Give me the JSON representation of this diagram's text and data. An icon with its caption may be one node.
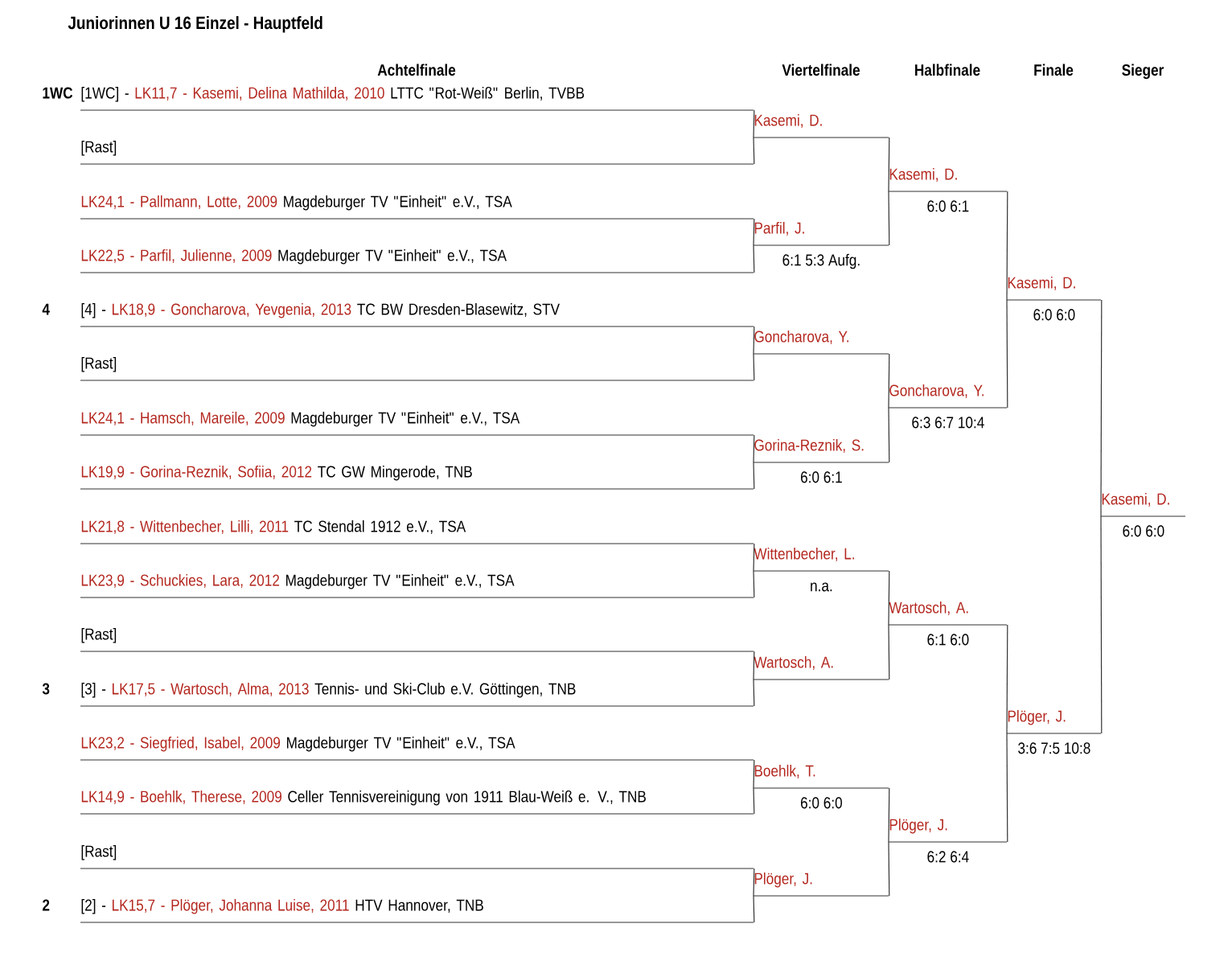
{
  "diagram": {
    "title": "Juniorinnen U 16 Einzel - Hauptfeld",
    "nodes": [
      {
        "text": [
          "[1WC] -",
          "LK11,7 - Kasemi, Delina Mathilda, 2010",
          "LTTC \"Rot-Weiß\" Berlin, TVBB"
        ],
        "beside": [
          "1WC"
        ]
      },
      {
        "text": [
          "[Rast]"
        ]
      },
      {
        "text": [
          "LK24,1 - Pallmann, Lotte, 2009",
          "Magdeburger TV \"Einheit\" e.V., TSA"
        ]
      },
      {
        "text": [
          "LK22,5 - Parfil, Julienne, 2009",
          "Magdeburger TV \"Einheit\" e.V., TSA"
        ]
      },
      {
        "text": [
          "[4] -",
          "LK18,9 - Goncharova, Yevgenia, 2013",
          "TC BW Dresden-Blasewitz, STV"
        ],
        "beside": [
          "4"
        ]
      },
      {
        "text": [
          "[Rast]"
        ]
      },
      {
        "text": [
          "LK24,1 - Hamsch, Mareile, 2009",
          "Magdeburger TV \"Einheit\" e.V., TSA"
        ]
      },
      {
        "text": [
          "LK19,9 - Gorina-Reznik, Sofiia, 2012",
          "TC GW Mingerode, TNB"
        ]
      },
      {
        "text": [
          "LK21,8 - Wittenbecher, Lilli, 2011",
          "TC Stendal 1912 e.V., TSA"
        ]
      },
      {
        "text": [
          "LK23,9 - Schuckies, Lara, 2012",
          "Magdeburger TV \"Einheit\" e.V., TSA"
        ]
      },
      {
        "text": [
          "[Rast]"
        ]
      },
      {
        "text": [
          "[3] -",
          "LK17,5 - Wartosch, Alma, 2013",
          "Tennis- und Ski-Club e.V. Göttingen, TNB"
        ],
        "beside": [
          "3"
        ]
      },
      {
        "text": [
          "LK23,2 - Siegfried, Isabel, 2009",
          "Magdeburger TV \"Einheit\" e.V., TSA"
        ]
      },
      {
        "text": [
          "LK14,9 - Boehlk, Therese, 2009",
          "Celler Tennisvereinigung von 1911 Blau-Weiß e. V., TNB"
        ]
      },
      {
        "text": [
          "[Rast]"
        ]
      },
      {
        "text": [
          "[2] -",
          "LK15,7 - Plöger, Johanna Luise, 2011",
          "HTV Hannover, TNB"
        ],
        "beside": [
          "2"
        ]
      },
      {
        "text": [
          "Kasemi, D."
        ]
      },
      {
        "text": [
          "Parfil, J."
        ],
        "beside": [
          "6:1 5:3 Aufg."
        ]
      },
      {
        "text": [
          "Goncharova, Y."
        ]
      },
      {
        "text": [
          "Gorina-Reznik, S."
        ],
        "beside": [
          "6:0 6:1"
        ]
      },
      {
        "text": [
          "Wittenbecher, L."
        ],
        "beside": [
          "n.a."
        ]
      },
      {
        "text": [
          "Wartosch, A."
        ]
      },
      {
        "text": [
          "Boehlk, T."
        ],
        "beside": [
          "6:0 6:0"
        ]
      },
      {
        "text": [
          "Plöger, J."
        ]
      },
      {
        "text": [
          "Kasemi, D."
        ],
        "beside": [
          "6:0 6:1"
        ]
      },
      {
        "text": [
          "Goncharova, Y."
        ],
        "beside": [
          "6:3 6:7 10:4"
        ]
      },
      {
        "text": [
          "Wartosch, A."
        ],
        "beside": [
          "6:1 6:0"
        ]
      },
      {
        "text": [
          "Plöger, J."
        ],
        "beside": [
          "6:2 6:4"
        ]
      },
      {
        "text": [
          "Kasemi, D."
        ],
        "beside": [
          "6:0 6:0"
        ]
      },
      {
        "text": [
          "Plöger, J."
        ],
        "beside": [
          "3:6 7:5 10:8"
        ]
      },
      {
        "text": [
          "Kasemi, D."
        ],
        "beside": [
          "6:0 6:0"
        ]
      }
    ],
    "edges": [
      {
        "from": 0,
        "to": 16,
        "arrow": "none"
      },
      {
        "from": 1,
        "to": 16,
        "arrow": "none"
      },
      {
        "from": 2,
        "to": 17,
        "arrow": "none"
      },
      {
        "from": 3,
        "to": 17,
        "arrow": "none"
      },
      {
        "from": 4,
        "to": 18,
        "arrow": "none"
      },
      {
        "from": 5,
        "to": 18,
        "arrow": "none"
      },
      {
        "from": 6,
        "to": 19,
        "arrow": "none"
      },
      {
        "from": 7,
        "to": 19,
        "arrow": "none"
      },
      {
        "from": 8,
        "to": 20,
        "arrow": "none"
      },
      {
        "from": 9,
        "to": 20,
        "arrow": "none"
      },
      {
        "from": 10,
        "to": 21,
        "arrow": "none"
      },
      {
        "from": 11,
        "to": 21,
        "arrow": "none"
      },
      {
        "from": 12,
        "to": 22,
        "arrow": "none"
      },
      {
        "from": 13,
        "to": 22,
        "arrow": "none"
      },
      {
        "from": 14,
        "to": 23,
        "arrow": "none"
      },
      {
        "from": 15,
        "to": 23,
        "arrow": "none"
      },
      {
        "from": 16,
        "to": 24,
        "arrow": "none"
      },
      {
        "from": 17,
        "to": 24,
        "arrow": "none"
      },
      {
        "from": 18,
        "to": 25,
        "arrow": "none"
      },
      {
        "from": 19,
        "to": 25,
        "arrow": "none"
      },
      {
        "from": 20,
        "to": 26,
        "arrow": "none"
      },
      {
        "from": 21,
        "to": 26,
        "arrow": "none"
      },
      {
        "from": 22,
        "to": 27,
        "arrow": "none"
      },
      {
        "from": 23,
        "to": 27,
        "arrow": "none"
      },
      {
        "from": 24,
        "to": 28,
        "arrow": "none"
      },
      {
        "from": 25,
        "to": 28,
        "arrow": "none"
      },
      {
        "from": 26,
        "to": 29,
        "arrow": "none"
      },
      {
        "from": 27,
        "to": 29,
        "arrow": "none"
      },
      {
        "from": 28,
        "to": 30,
        "arrow": "none"
      },
      {
        "from": 29,
        "to": 30,
        "arrow": "none"
      }
    ],
    "labels": [
      "Achtelfinale",
      "Viertelfinale",
      "Halbfinale",
      "Finale",
      "Sieger"
    ]
  }
}
